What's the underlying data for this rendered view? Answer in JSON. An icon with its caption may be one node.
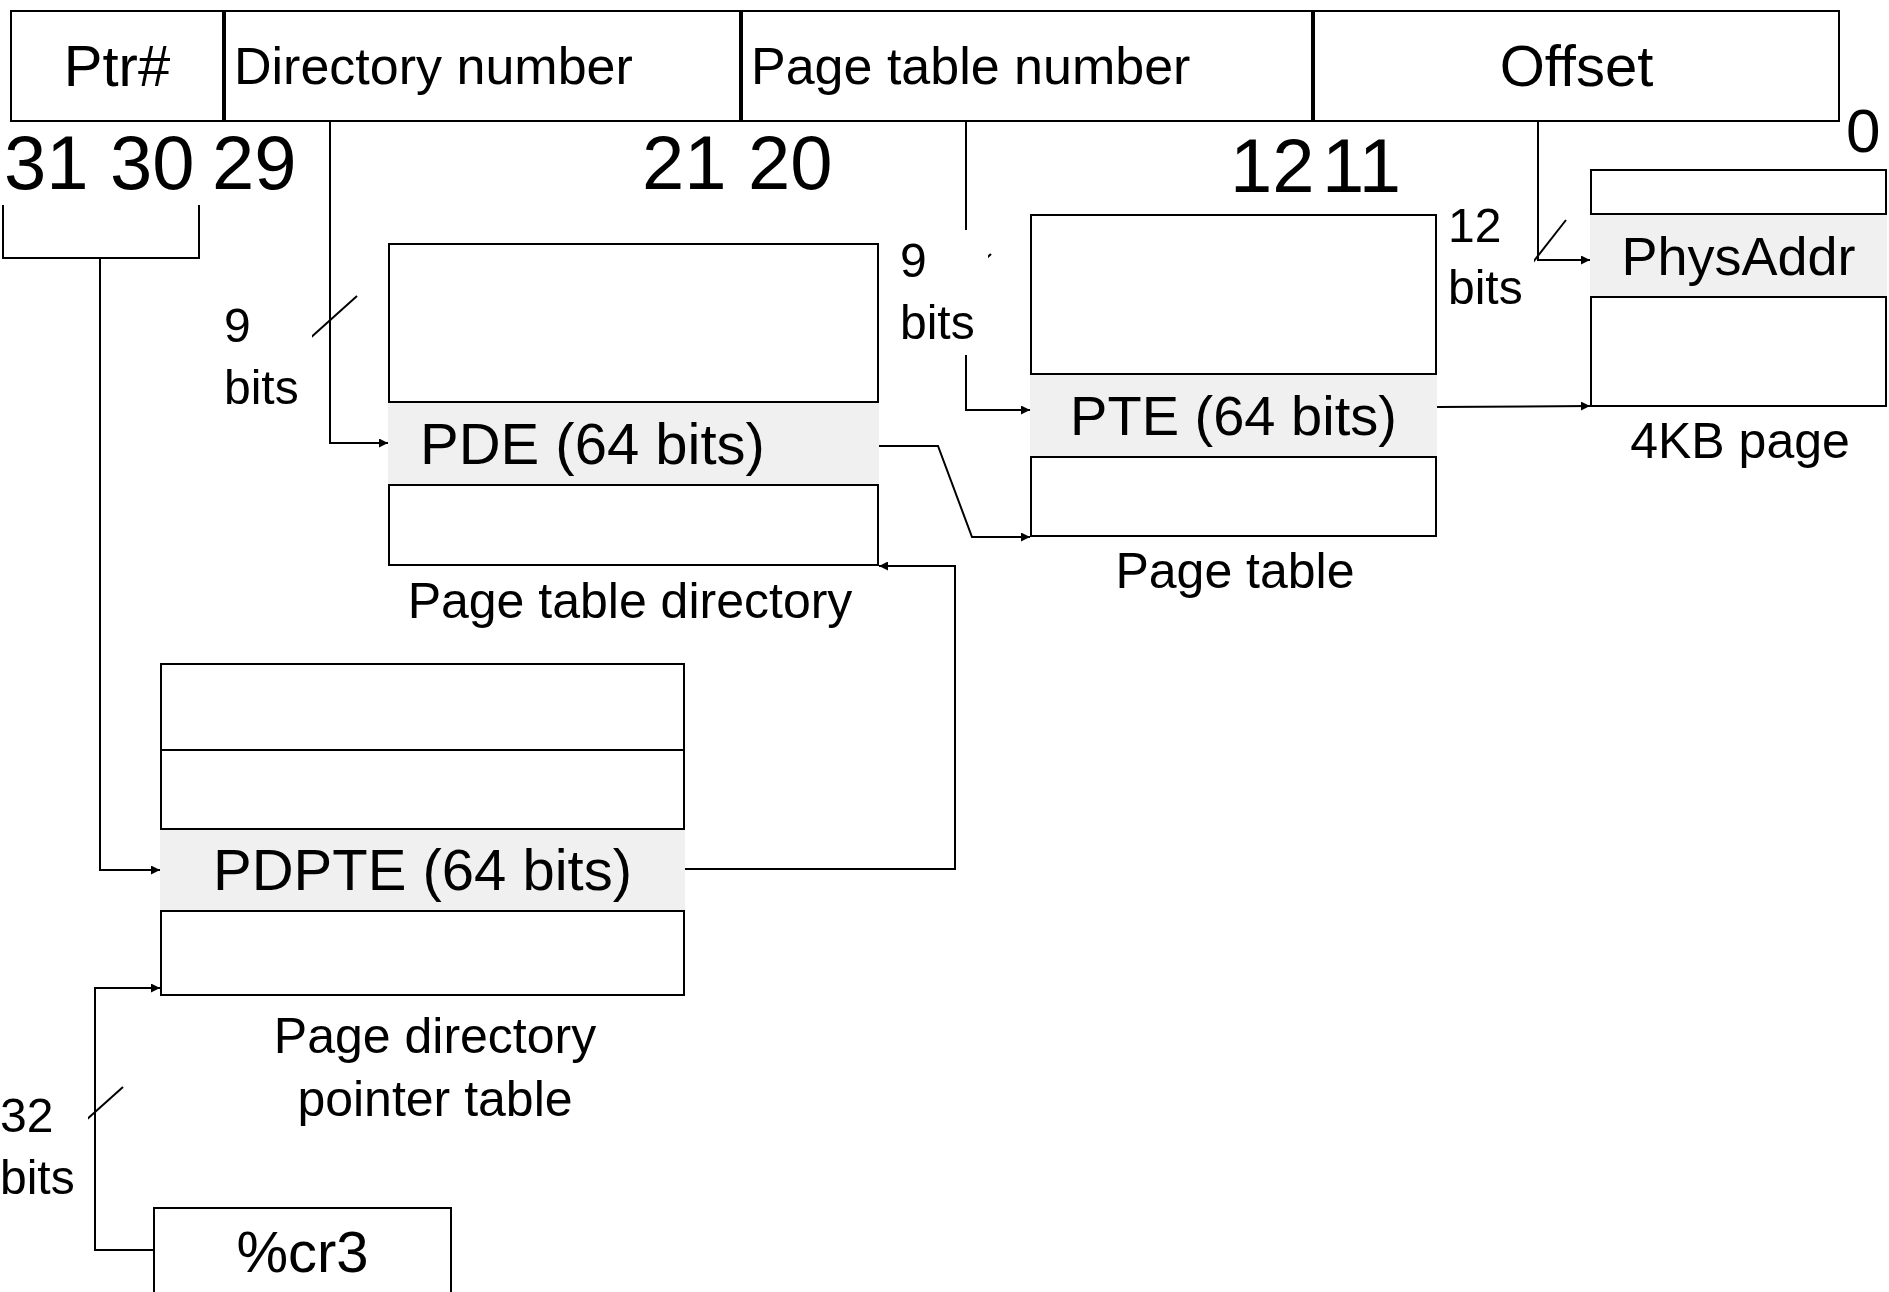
{
  "diagram": {
    "nodes": [
      {
        "text": [
          "Ptr#"
        ]
      },
      {
        "text": [
          "Directory number"
        ]
      },
      {
        "text": [
          "Page table number"
        ]
      },
      {
        "text": [
          "Offset"
        ]
      },
      {
        "text": [],
        "shape": "box",
        "beside": [
          "Page table directory"
        ]
      },
      {
        "text": [
          "PDE (64 bits)"
        ],
        "in": 4
      },
      {
        "text": [],
        "shape": "box",
        "beside": [
          "Page table"
        ]
      },
      {
        "text": [
          "PTE (64 bits)"
        ],
        "in": 6
      },
      {
        "text": [],
        "shape": "box",
        "beside": [
          "4KB page"
        ]
      },
      {
        "text": [
          "PhysAddr"
        ],
        "in": 8
      },
      {
        "text": [],
        "shape": "box",
        "beside": [
          "Page directory pointer table"
        ]
      },
      {
        "text": [
          "PDPTE (64 bits)"
        ],
        "in": 10
      },
      {
        "text": [
          "%cr3"
        ]
      },
      {
        "text": [],
        "shape": "bracket"
      }
    ],
    "edges": [
      {
        "from": 1,
        "to": 5,
        "arrow": "to",
        "label": "9 bits"
      },
      {
        "from": 2,
        "to": 7,
        "arrow": "to",
        "label": "9 bits"
      },
      {
        "from": 3,
        "to": 9,
        "arrow": "to",
        "label": "12 bits"
      },
      {
        "from": 13,
        "to": 11,
        "arrow": "to"
      },
      {
        "from": 11,
        "to": 4,
        "arrow": "to"
      },
      {
        "from": 5,
        "to": 6,
        "arrow": "to"
      },
      {
        "from": 7,
        "to": 8,
        "arrow": "to"
      },
      {
        "from": 12,
        "to": 10,
        "arrow": "to",
        "label": "32 bits"
      }
    ],
    "labels": [
      "31",
      "30",
      "29",
      "21",
      "20",
      "12",
      "11",
      "0"
    ]
  }
}
